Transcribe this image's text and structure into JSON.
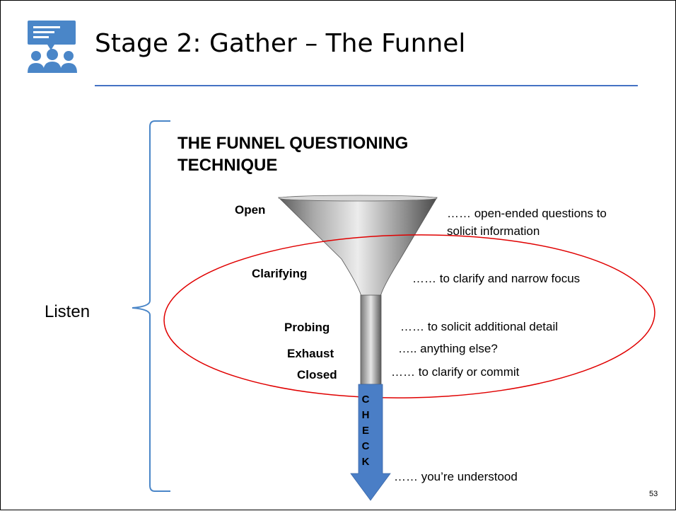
{
  "slide": {
    "title": "Stage 2: Gather – The Funnel",
    "heading_line1": "THE FUNNEL QUESTIONING",
    "heading_line2": "TECHNIQUE",
    "brace_label": "Listen",
    "page_number": "53"
  },
  "icon": {
    "name": "presentation-audience-icon",
    "color": "#4a86c8"
  },
  "accent_colors": {
    "rule": "#4472c4",
    "ellipse": "#e00000",
    "arrow": "#4a7ec6"
  },
  "funnel": {
    "stages": [
      {
        "label": "Open",
        "description": "…… open-ended questions to"
      },
      {
        "label": "Clarifying",
        "description": "…… to clarify and narrow focus"
      },
      {
        "label": "Probing",
        "description": "…… to solicit additional detail"
      },
      {
        "label": "Exhaust",
        "description": "….. anything else?"
      },
      {
        "label": "Closed",
        "description": "…… to clarify or commit"
      }
    ],
    "open_description_line2": "solicit information",
    "check_letters": [
      "C",
      "H",
      "E",
      "C",
      "K"
    ],
    "check_description": "…… you’re understood"
  }
}
